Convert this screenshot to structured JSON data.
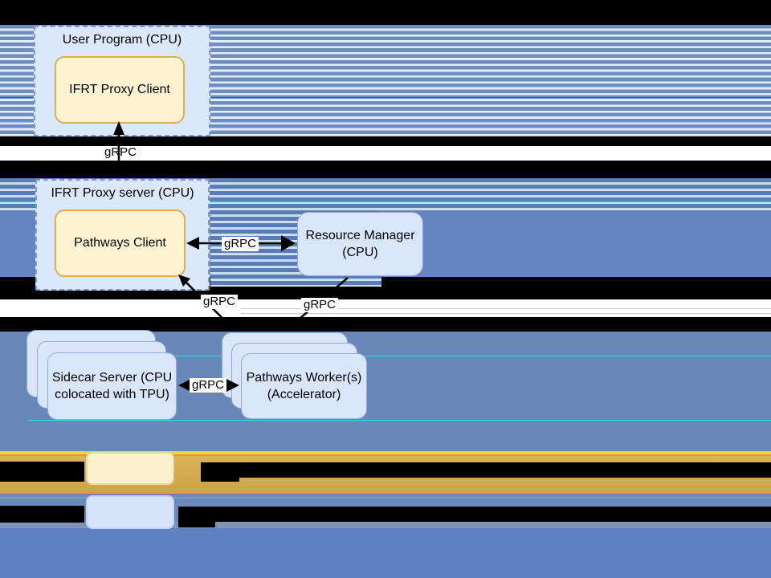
{
  "diagram": {
    "nodes": {
      "user_program": {
        "label": "User Program (CPU)"
      },
      "ifrt_proxy_client": {
        "label": "IFRT Proxy Client"
      },
      "ifrt_proxy_server": {
        "label": "IFRT Proxy server (CPU)"
      },
      "pathways_client": {
        "label": "Pathways Client"
      },
      "resource_manager": {
        "line1": "Resource Manager",
        "line2": "(CPU)"
      },
      "sidecar_server": {
        "line1": "Sidecar Server (CPU",
        "line2": "colocated with TPU)"
      },
      "pathways_workers": {
        "line1": "Pathways Worker(s)",
        "line2": "(Accelerator)"
      }
    },
    "edges": {
      "proxy_client_link_label": "gRPC",
      "pathways_client_rm_label": "gRPC",
      "workers_to_client_label": "gRPC",
      "rm_to_workers_label": "gRPC",
      "sidecar_workers_label": "gRPC"
    },
    "colors": {
      "stripe_blue": "#6d8cbf",
      "stripe_light": "#e4edf9",
      "container_fill": "#dbe8fc",
      "container_border": "#7a9cd0",
      "yellow_node_fill": "#fdf3d1",
      "yellow_node_border": "#d8b055",
      "blue_node_fill": "#d9e5f8",
      "blue_node_border": "#93acd4",
      "solid_blue_band": "#6585c1",
      "gold_band": "#d2a94e",
      "cyan_glitch_line": "#2adce2",
      "glitch_black": "#000000",
      "arrow": "#000000"
    }
  }
}
